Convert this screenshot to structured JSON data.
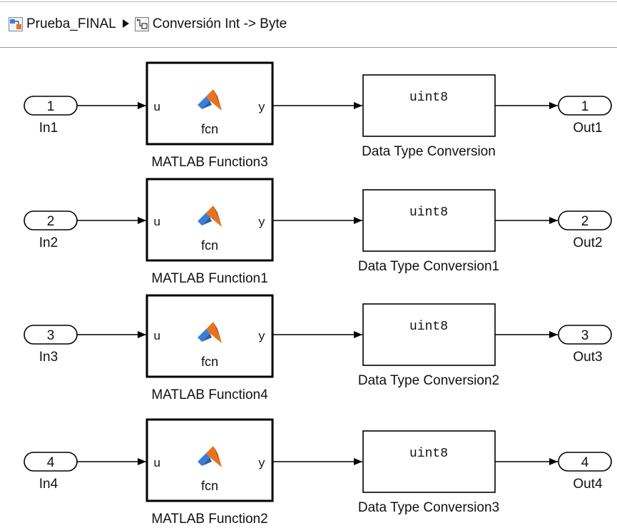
{
  "breadcrumb": {
    "root": "Prueba_FINAL",
    "current": "Conversión Int -> Byte"
  },
  "rows": [
    {
      "inport": {
        "number": "1",
        "name": "In1"
      },
      "function": {
        "input": "u",
        "output": "y",
        "label": "fcn",
        "name": "MATLAB Function3"
      },
      "conversion": {
        "text": "uint8",
        "name": "Data Type Conversion"
      },
      "outport": {
        "number": "1",
        "name": "Out1"
      }
    },
    {
      "inport": {
        "number": "2",
        "name": "In2"
      },
      "function": {
        "input": "u",
        "output": "y",
        "label": "fcn",
        "name": "MATLAB Function1"
      },
      "conversion": {
        "text": "uint8",
        "name": "Data Type Conversion1"
      },
      "outport": {
        "number": "2",
        "name": "Out2"
      }
    },
    {
      "inport": {
        "number": "3",
        "name": "In3"
      },
      "function": {
        "input": "u",
        "output": "y",
        "label": "fcn",
        "name": "MATLAB Function4"
      },
      "conversion": {
        "text": "uint8",
        "name": "Data Type Conversion2"
      },
      "outport": {
        "number": "3",
        "name": "Out3"
      }
    },
    {
      "inport": {
        "number": "4",
        "name": "In4"
      },
      "function": {
        "input": "u",
        "output": "y",
        "label": "fcn",
        "name": "MATLAB Function2"
      },
      "conversion": {
        "text": "uint8",
        "name": "Data Type Conversion3"
      },
      "outport": {
        "number": "4",
        "name": "Out4"
      }
    }
  ],
  "colors": {
    "line": "#000000",
    "matlab_logo_orange": "#e8731f",
    "matlab_logo_blue": "#3a7fd5"
  }
}
